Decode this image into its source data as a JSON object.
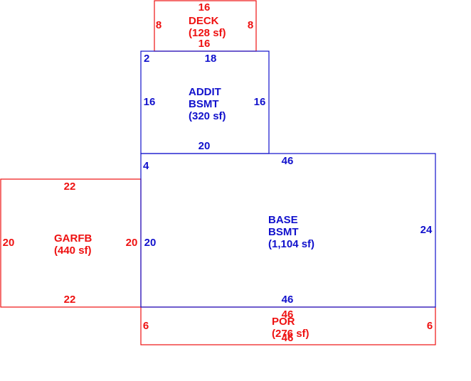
{
  "colors": {
    "red": "#ee1111",
    "blue": "#1111cc"
  },
  "areas": {
    "deck": {
      "name": "DECK",
      "area": "(128 sf)",
      "dim_top": "16",
      "dim_bottom": "16",
      "dim_left": "8",
      "dim_right": "8"
    },
    "addit": {
      "name_line1": "ADDIT",
      "name_line2": "BSMT",
      "area": "(320 sf)",
      "dim_top_left": "2",
      "dim_top": "18",
      "dim_left": "16",
      "dim_right": "16",
      "dim_bottom": "20"
    },
    "base": {
      "name_line1": "BASE",
      "name_line2": "BSMT",
      "area": "(1,104 sf)",
      "dim_top": "46",
      "dim_bottom": "46",
      "dim_left_top": "4",
      "dim_left": "20",
      "dim_right": "24"
    },
    "garfb": {
      "name": "GARFB",
      "area": "(440 sf)",
      "dim_top": "22",
      "dim_bottom": "22",
      "dim_left": "20",
      "dim_right": "20"
    },
    "por": {
      "name": "POR",
      "area": "(276 sf)",
      "dim_top": "46",
      "dim_bottom": "46",
      "dim_left": "6",
      "dim_right": "6"
    }
  }
}
